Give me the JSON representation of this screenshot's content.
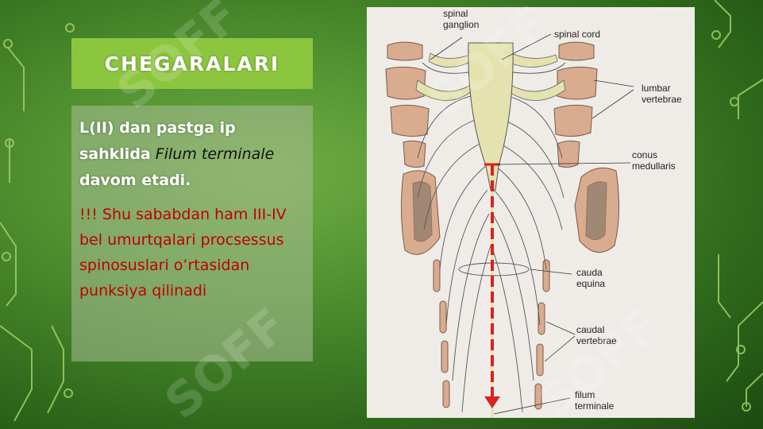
{
  "slide": {
    "title": "CHEGARALARI",
    "para1": {
      "part1": "L(II) dan pastga ip sahklida",
      "italic": "Filum terminale",
      "part2": "davom etadi",
      "end": "."
    },
    "para2": "!!! Shu sababdan ham III-IV bel umurtqalari procsessus spinosuslari o’rtasidan punksiya qilinadi"
  },
  "figure": {
    "labels": {
      "spinal_ganglion_1": "spinal",
      "spinal_ganglion_2": "ganglion",
      "spinal_cord": "spinal cord",
      "lumbar_1": "lumbar",
      "lumbar_2": "vertebrae",
      "conus_1": "conus",
      "conus_2": "medullaris",
      "cauda_1": "cauda",
      "cauda_2": "equina",
      "caudal_1": "caudal",
      "caudal_2": "vertebrae",
      "filum_1": "filum",
      "filum_2": "terminale"
    }
  },
  "colors": {
    "title_bg": "#8cc63f",
    "accent_red": "#c00000",
    "arrow_red": "#d9231d",
    "bone": "#d9ab8f",
    "cord": "#e4e3b0"
  },
  "watermark": "SOFF"
}
